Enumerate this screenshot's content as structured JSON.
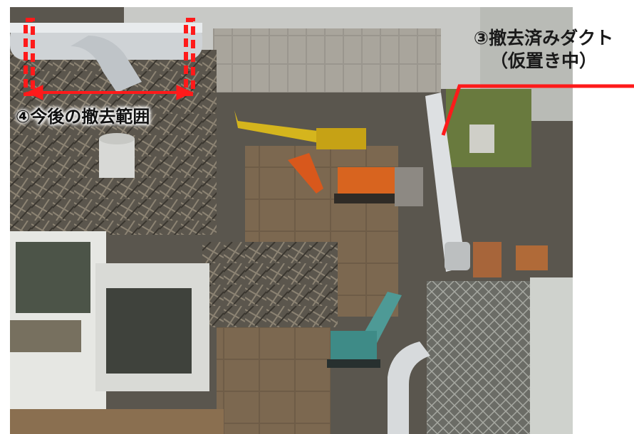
{
  "labels": {
    "removed_duct_line1": "③撤去済みダクト",
    "removed_duct_line2": "（仮置き中）",
    "future_removal": "④今後の撤去範囲"
  },
  "colors": {
    "annotation": "#ff1a1a"
  }
}
